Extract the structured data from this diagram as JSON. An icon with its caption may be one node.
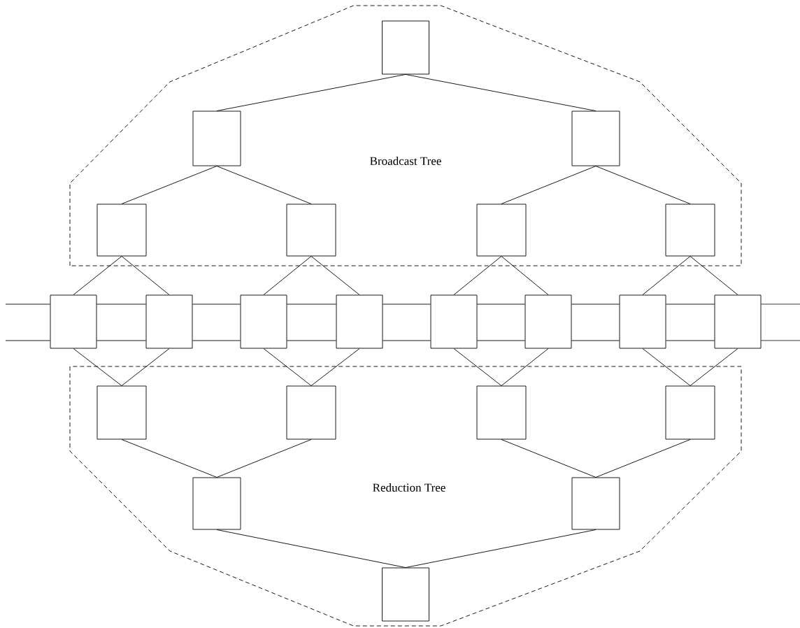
{
  "diagram": {
    "nodes": [
      {
        "text": [
          "Broadcast Tree"
        ]
      },
      {
        "text": [],
        "shape": "box",
        "in": 0
      },
      {
        "text": [],
        "shape": "box",
        "in": 0
      },
      {
        "text": [],
        "shape": "box",
        "in": 0
      },
      {
        "text": [],
        "shape": "box",
        "in": 0
      },
      {
        "text": [],
        "shape": "box",
        "in": 0
      },
      {
        "text": [],
        "shape": "box",
        "in": 0
      },
      {
        "text": [],
        "shape": "box",
        "in": 0
      },
      {
        "text": [],
        "shape": "box"
      },
      {
        "text": [],
        "shape": "box"
      },
      {
        "text": [],
        "shape": "box"
      },
      {
        "text": [],
        "shape": "box"
      },
      {
        "text": [],
        "shape": "box"
      },
      {
        "text": [],
        "shape": "box"
      },
      {
        "text": [],
        "shape": "box"
      },
      {
        "text": [],
        "shape": "box"
      },
      {
        "text": [
          "Reduction Tree"
        ]
      },
      {
        "text": [],
        "shape": "box",
        "in": 16
      },
      {
        "text": [],
        "shape": "box",
        "in": 16
      },
      {
        "text": [],
        "shape": "box",
        "in": 16
      },
      {
        "text": [],
        "shape": "box",
        "in": 16
      },
      {
        "text": [],
        "shape": "box",
        "in": 16
      },
      {
        "text": [],
        "shape": "box",
        "in": 16
      },
      {
        "text": [],
        "shape": "box",
        "in": 16
      }
    ],
    "edges": [
      {
        "from": 1,
        "to": 2,
        "arrow": "none"
      },
      {
        "from": 1,
        "to": 3,
        "arrow": "none"
      },
      {
        "from": 2,
        "to": 4,
        "arrow": "none"
      },
      {
        "from": 2,
        "to": 5,
        "arrow": "none"
      },
      {
        "from": 3,
        "to": 6,
        "arrow": "none"
      },
      {
        "from": 3,
        "to": 7,
        "arrow": "none"
      },
      {
        "from": 4,
        "to": 8,
        "arrow": "none"
      },
      {
        "from": 4,
        "to": 9,
        "arrow": "none"
      },
      {
        "from": 5,
        "to": 10,
        "arrow": "none"
      },
      {
        "from": 5,
        "to": 11,
        "arrow": "none"
      },
      {
        "from": 6,
        "to": 12,
        "arrow": "none"
      },
      {
        "from": 6,
        "to": 13,
        "arrow": "none"
      },
      {
        "from": 7,
        "to": 14,
        "arrow": "none"
      },
      {
        "from": 7,
        "to": 15,
        "arrow": "none"
      },
      {
        "from": null,
        "to": 8,
        "arrow": "none"
      },
      {
        "from": null,
        "to": 8,
        "arrow": "none"
      },
      {
        "from": 8,
        "to": 9,
        "arrow": "none"
      },
      {
        "from": 8,
        "to": 9,
        "arrow": "none"
      },
      {
        "from": 9,
        "to": 10,
        "arrow": "none"
      },
      {
        "from": 9,
        "to": 10,
        "arrow": "none"
      },
      {
        "from": 10,
        "to": 11,
        "arrow": "none"
      },
      {
        "from": 10,
        "to": 11,
        "arrow": "none"
      },
      {
        "from": 11,
        "to": 12,
        "arrow": "none"
      },
      {
        "from": 11,
        "to": 12,
        "arrow": "none"
      },
      {
        "from": 12,
        "to": 13,
        "arrow": "none"
      },
      {
        "from": 12,
        "to": 13,
        "arrow": "none"
      },
      {
        "from": 13,
        "to": 14,
        "arrow": "none"
      },
      {
        "from": 13,
        "to": 14,
        "arrow": "none"
      },
      {
        "from": 14,
        "to": 15,
        "arrow": "none"
      },
      {
        "from": 14,
        "to": 15,
        "arrow": "none"
      },
      {
        "from": 15,
        "to": null,
        "arrow": "none"
      },
      {
        "from": 15,
        "to": null,
        "arrow": "none"
      },
      {
        "from": 8,
        "to": 17,
        "arrow": "none"
      },
      {
        "from": 9,
        "to": 17,
        "arrow": "none"
      },
      {
        "from": 10,
        "to": 18,
        "arrow": "none"
      },
      {
        "from": 11,
        "to": 18,
        "arrow": "none"
      },
      {
        "from": 12,
        "to": 19,
        "arrow": "none"
      },
      {
        "from": 13,
        "to": 19,
        "arrow": "none"
      },
      {
        "from": 14,
        "to": 20,
        "arrow": "none"
      },
      {
        "from": 15,
        "to": 20,
        "arrow": "none"
      },
      {
        "from": 17,
        "to": 21,
        "arrow": "none"
      },
      {
        "from": 18,
        "to": 21,
        "arrow": "none"
      },
      {
        "from": 19,
        "to": 22,
        "arrow": "none"
      },
      {
        "from": 20,
        "to": 22,
        "arrow": "none"
      },
      {
        "from": 21,
        "to": 23,
        "arrow": "none"
      },
      {
        "from": 22,
        "to": 23,
        "arrow": "none"
      }
    ]
  }
}
